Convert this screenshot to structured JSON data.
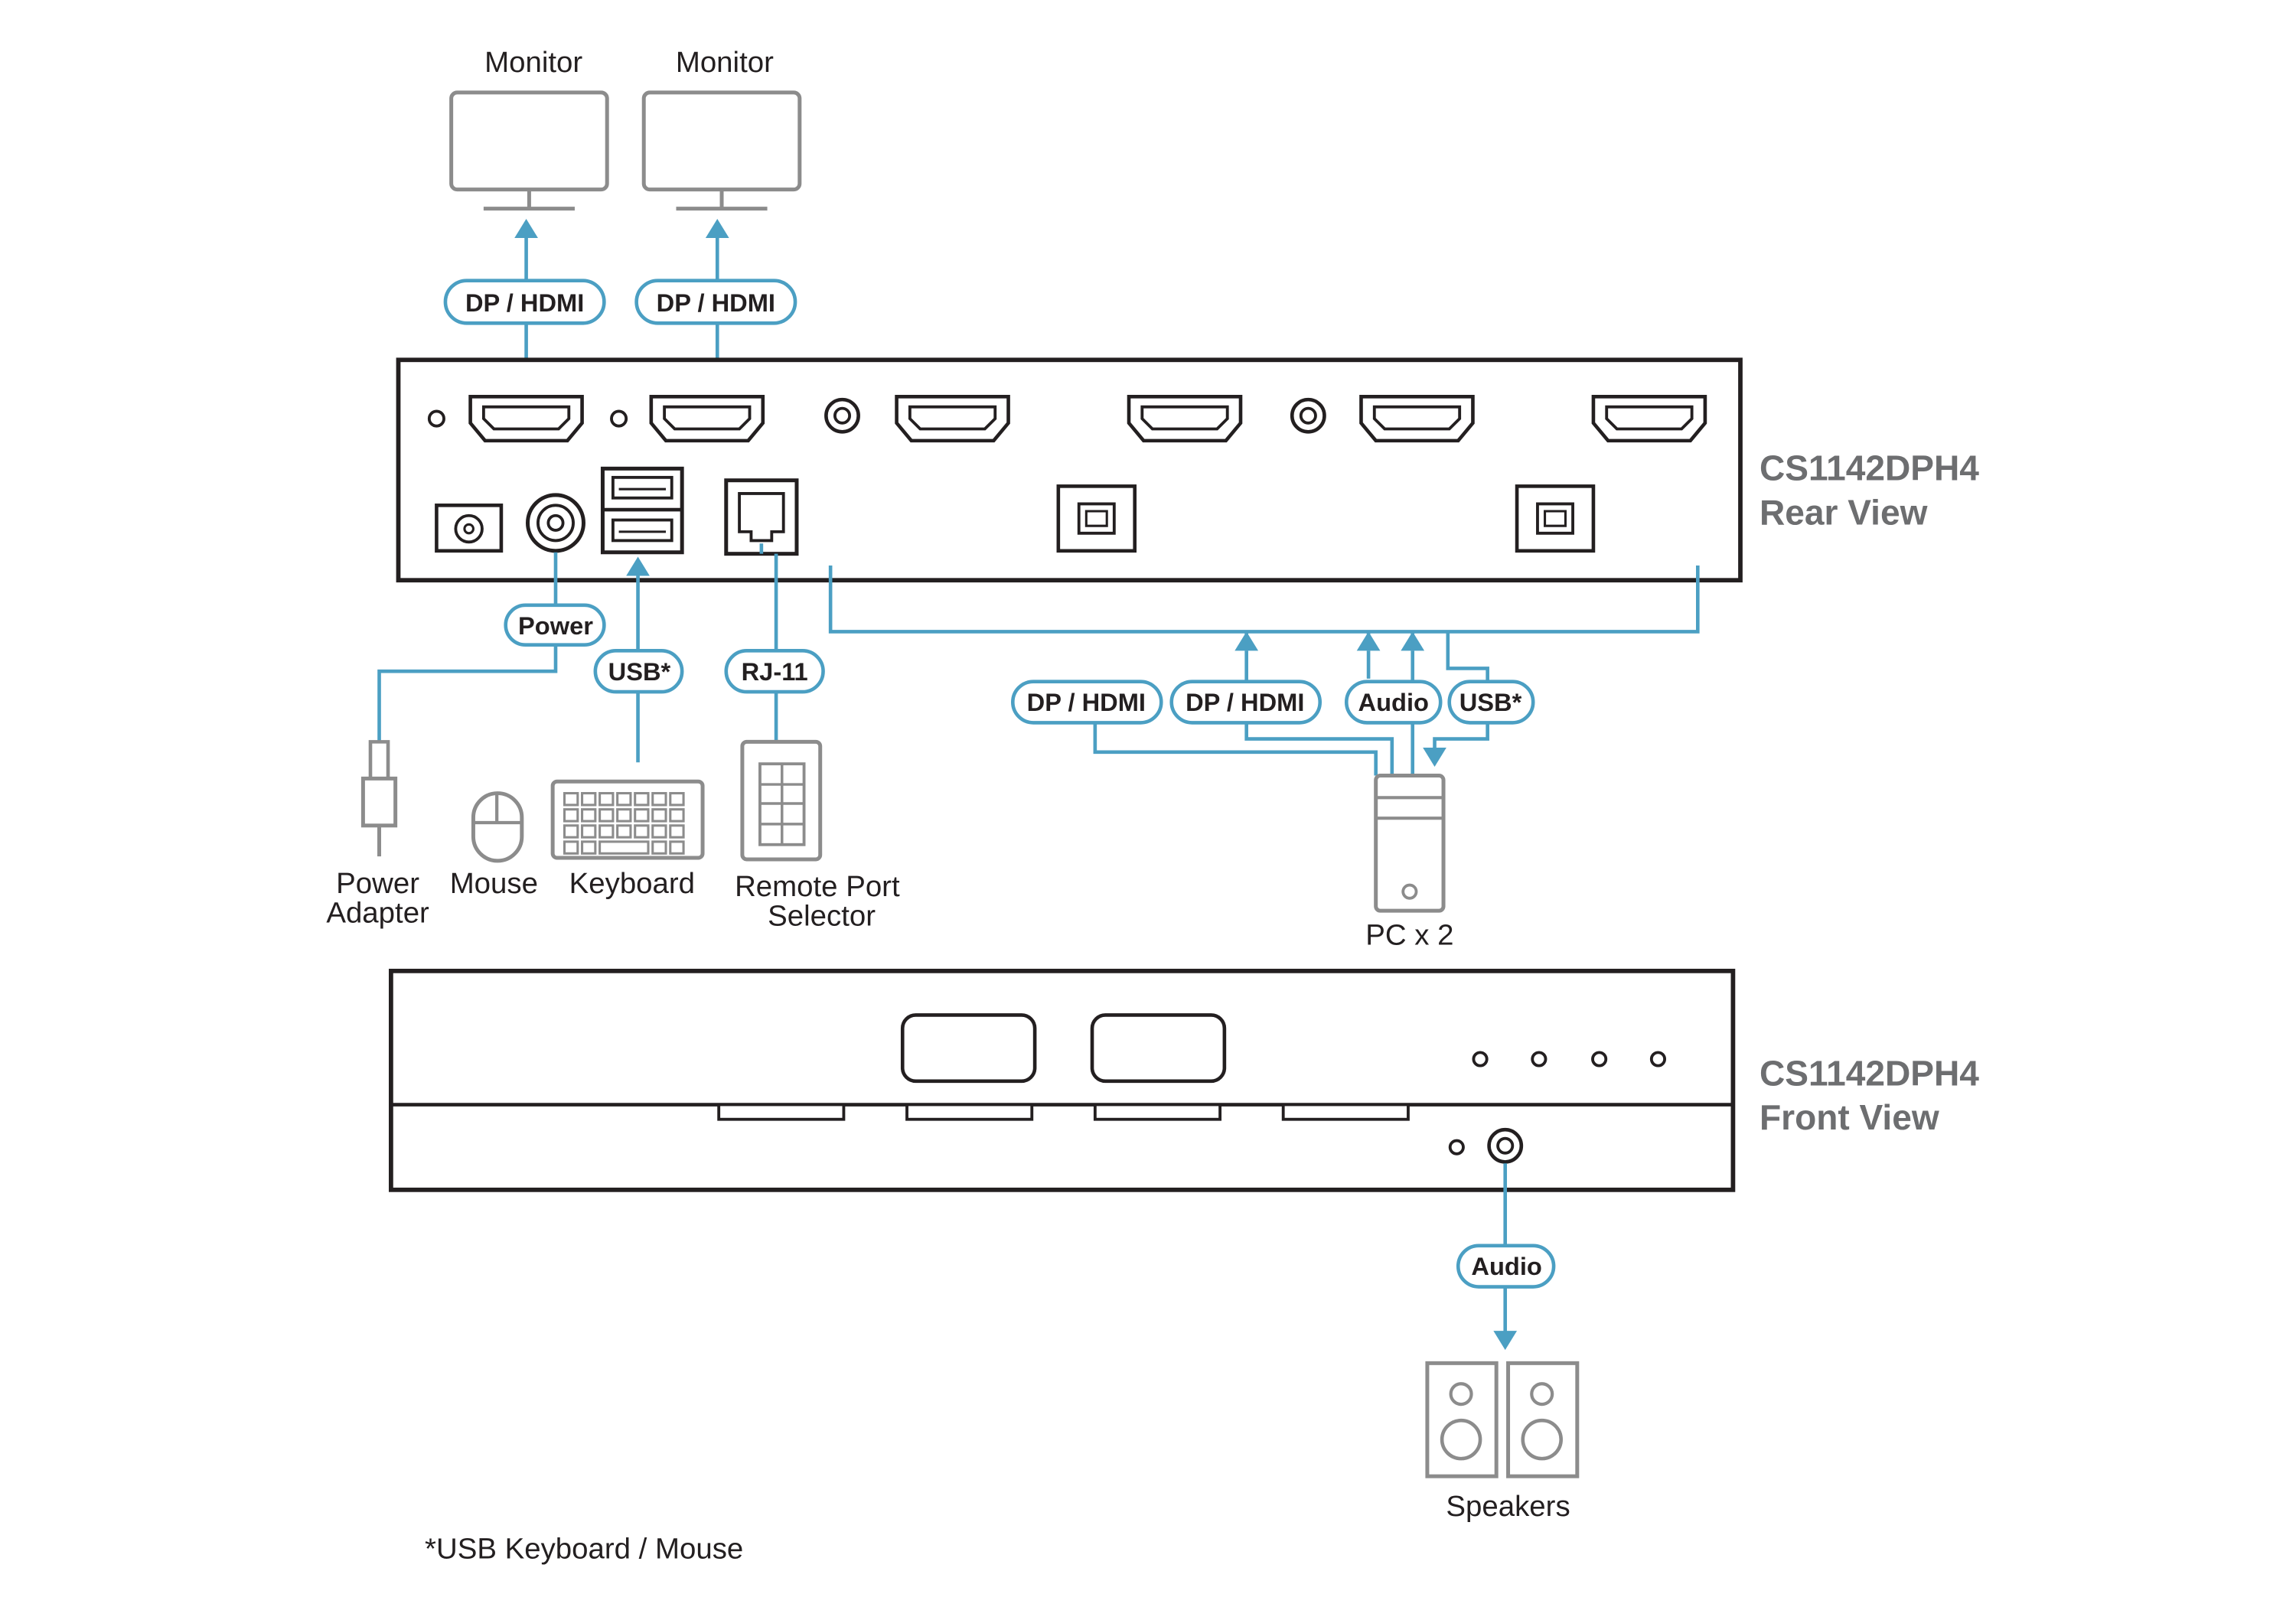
{
  "devices": {
    "monitor_label": "Monitor",
    "pc_label": "PC x 2",
    "speakers_label": "Speakers",
    "power_adapter_label": [
      "Power",
      "Adapter"
    ],
    "mouse_label": "Mouse",
    "keyboard_label": "Keyboard",
    "remote_selector_label": [
      "Remote Port",
      "Selector"
    ]
  },
  "cables": {
    "dp_hdmi": "DP / HDMI",
    "power": "Power",
    "usb": "USB*",
    "rj11": "RJ-11",
    "audio": "Audio"
  },
  "rear_view": {
    "title": [
      "CS1142DPH4",
      "Rear View"
    ]
  },
  "front_view": {
    "title": [
      "CS1142DPH4",
      "Front View"
    ]
  },
  "footnote": "*USB Keyboard / Mouse",
  "colors": {
    "cable": "#4b9fc3",
    "device_outline": "#8c8c8c",
    "unit_outline": "#231f20",
    "title": "#6d6e70"
  }
}
